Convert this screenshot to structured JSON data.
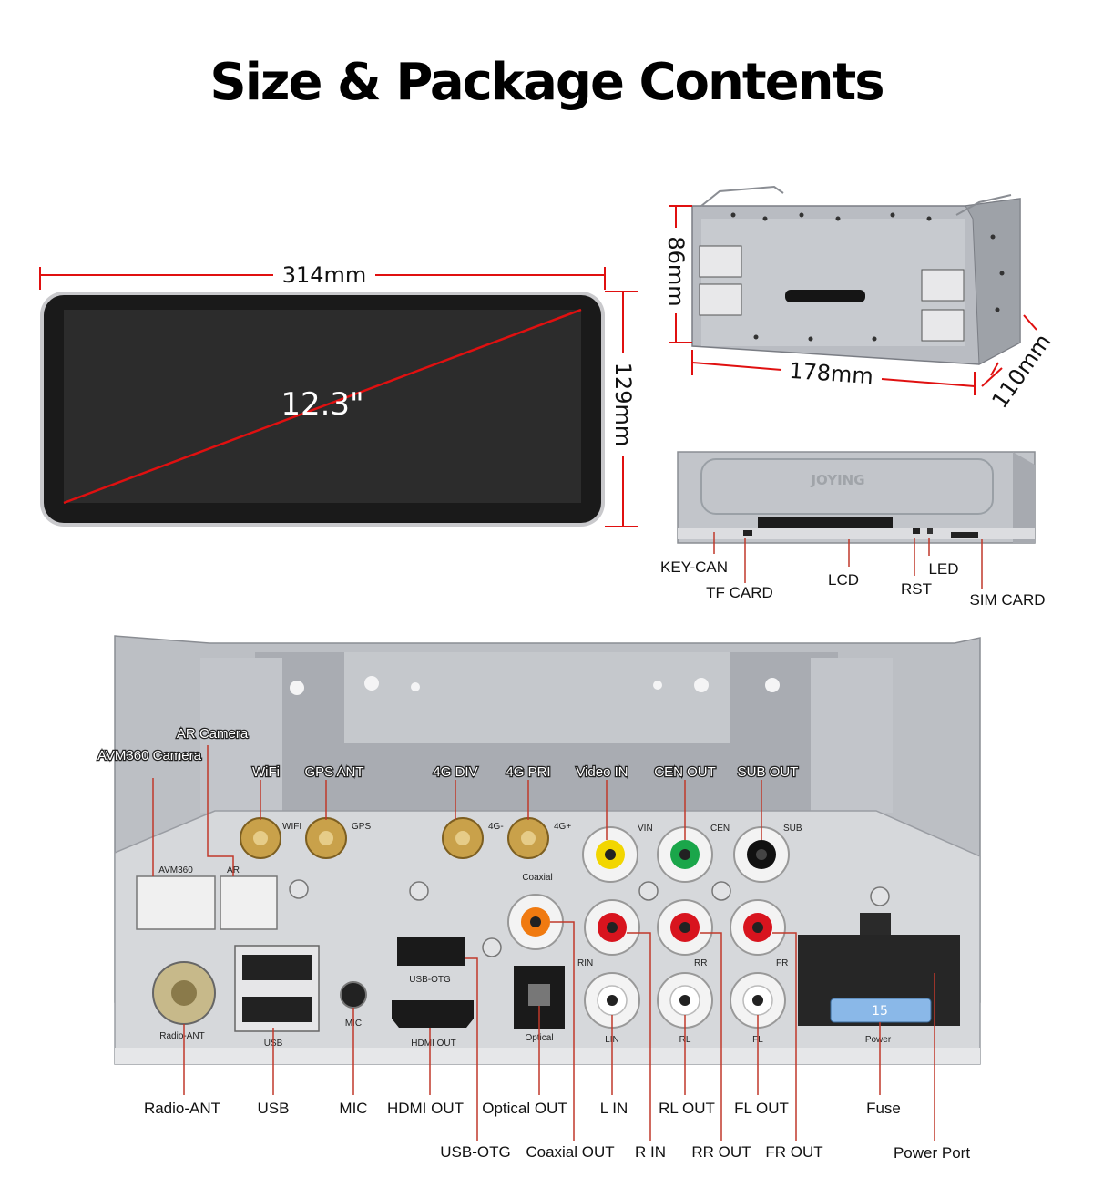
{
  "title": "Size & Package Contents",
  "screen": {
    "diagonal": "12.3\"",
    "width": "314mm",
    "height": "129mm"
  },
  "chassis": {
    "height": "86mm",
    "width": "178mm",
    "depth": "110mm",
    "brand": "JOYING"
  },
  "side_ports": [
    "KEY-CAN",
    "TF CARD",
    "LCD",
    "RST",
    "LED",
    "SIM CARD"
  ],
  "back_top_labels": [
    "AR Camera",
    "AVM360 Camera",
    "WiFi",
    "GPS ANT",
    "4G DIV",
    "4G PRI",
    "Video IN",
    "CEN OUT",
    "SUB OUT"
  ],
  "panel_text": {
    "wifi": "WIFI",
    "gps": "GPS",
    "g4minus": "4G-",
    "g4plus": "4G+",
    "vin": "VIN",
    "cen": "CEN",
    "sub": "SUB",
    "avm360": "AVM360",
    "ar": "AR",
    "coaxial": "Coaxial",
    "usbotg": "USB-OTG",
    "rin": "RIN",
    "rr": "RR",
    "fr": "FR",
    "lin": "LIN",
    "rl": "RL",
    "fl": "FL",
    "radio": "Radio-ANT",
    "usb": "USB",
    "mic": "MIC",
    "hdmi": "HDMI OUT",
    "optical": "Optical",
    "power": "Power",
    "fuse_val": "15"
  },
  "bottom_labels_row1": [
    "Radio-ANT",
    "USB",
    "MIC",
    "HDMI OUT",
    "Optical OUT",
    "L IN",
    "RL OUT",
    "FL OUT",
    "Fuse"
  ],
  "bottom_labels_row2": [
    "USB-OTG",
    "Coaxial OUT",
    "R IN",
    "RR OUT",
    "FR OUT",
    "Power Port"
  ],
  "colors": {
    "dimension_line": "#e01010",
    "callout_line": "#c0392b",
    "video_jack": "#f2d600",
    "center_jack": "#1aa64a",
    "sub_jack": "#111111",
    "coax_jack": "#f07a10",
    "red_jack": "#d8141e",
    "white_jack": "#ffffff",
    "fuse": "#8ab8e8"
  }
}
